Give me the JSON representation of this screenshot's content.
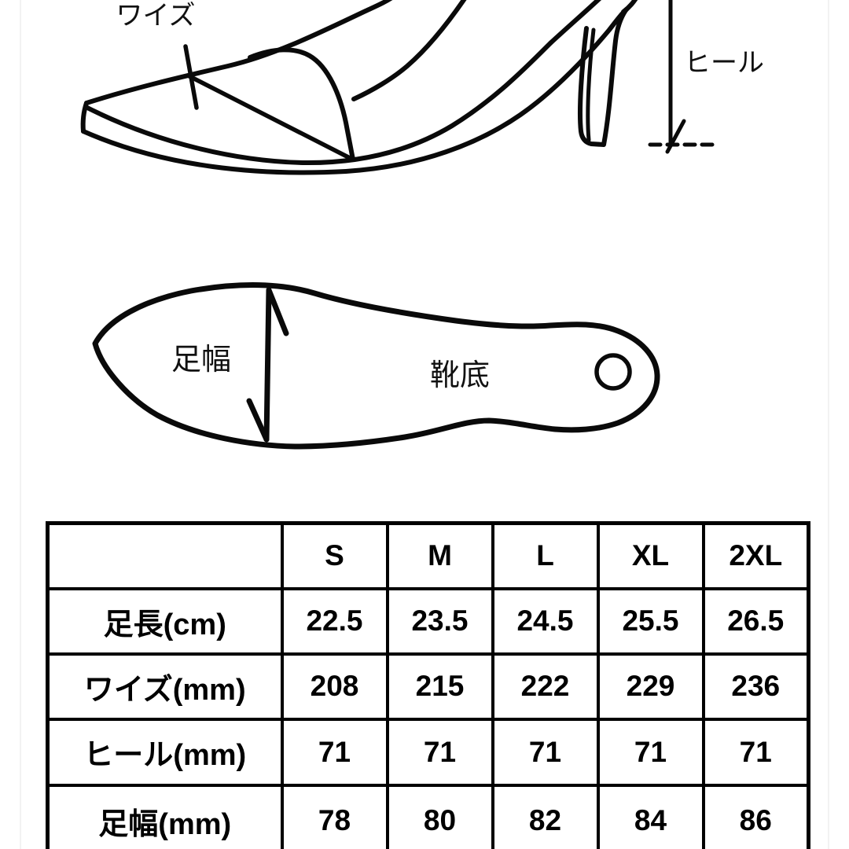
{
  "colors": {
    "ink": "#0a0a0a",
    "table_border": "#000000",
    "background": "#ffffff"
  },
  "illustration_side": {
    "width_label": "ワイズ",
    "heel_label": "ヒール"
  },
  "illustration_sole": {
    "foot_width_label": "足幅",
    "sole_label": "靴底"
  },
  "size_table": {
    "column_headers": [
      "S",
      "M",
      "L",
      "XL",
      "2XL"
    ],
    "rows": [
      {
        "label": "足長(cm)",
        "values": [
          "22.5",
          "23.5",
          "24.5",
          "25.5",
          "26.5"
        ]
      },
      {
        "label": "ワイズ(mm)",
        "values": [
          "208",
          "215",
          "222",
          "229",
          "236"
        ]
      },
      {
        "label": "ヒール(mm)",
        "values": [
          "71",
          "71",
          "71",
          "71",
          "71"
        ]
      },
      {
        "label": "足幅(mm)",
        "values": [
          "78",
          "80",
          "82",
          "84",
          "86"
        ]
      }
    ]
  }
}
